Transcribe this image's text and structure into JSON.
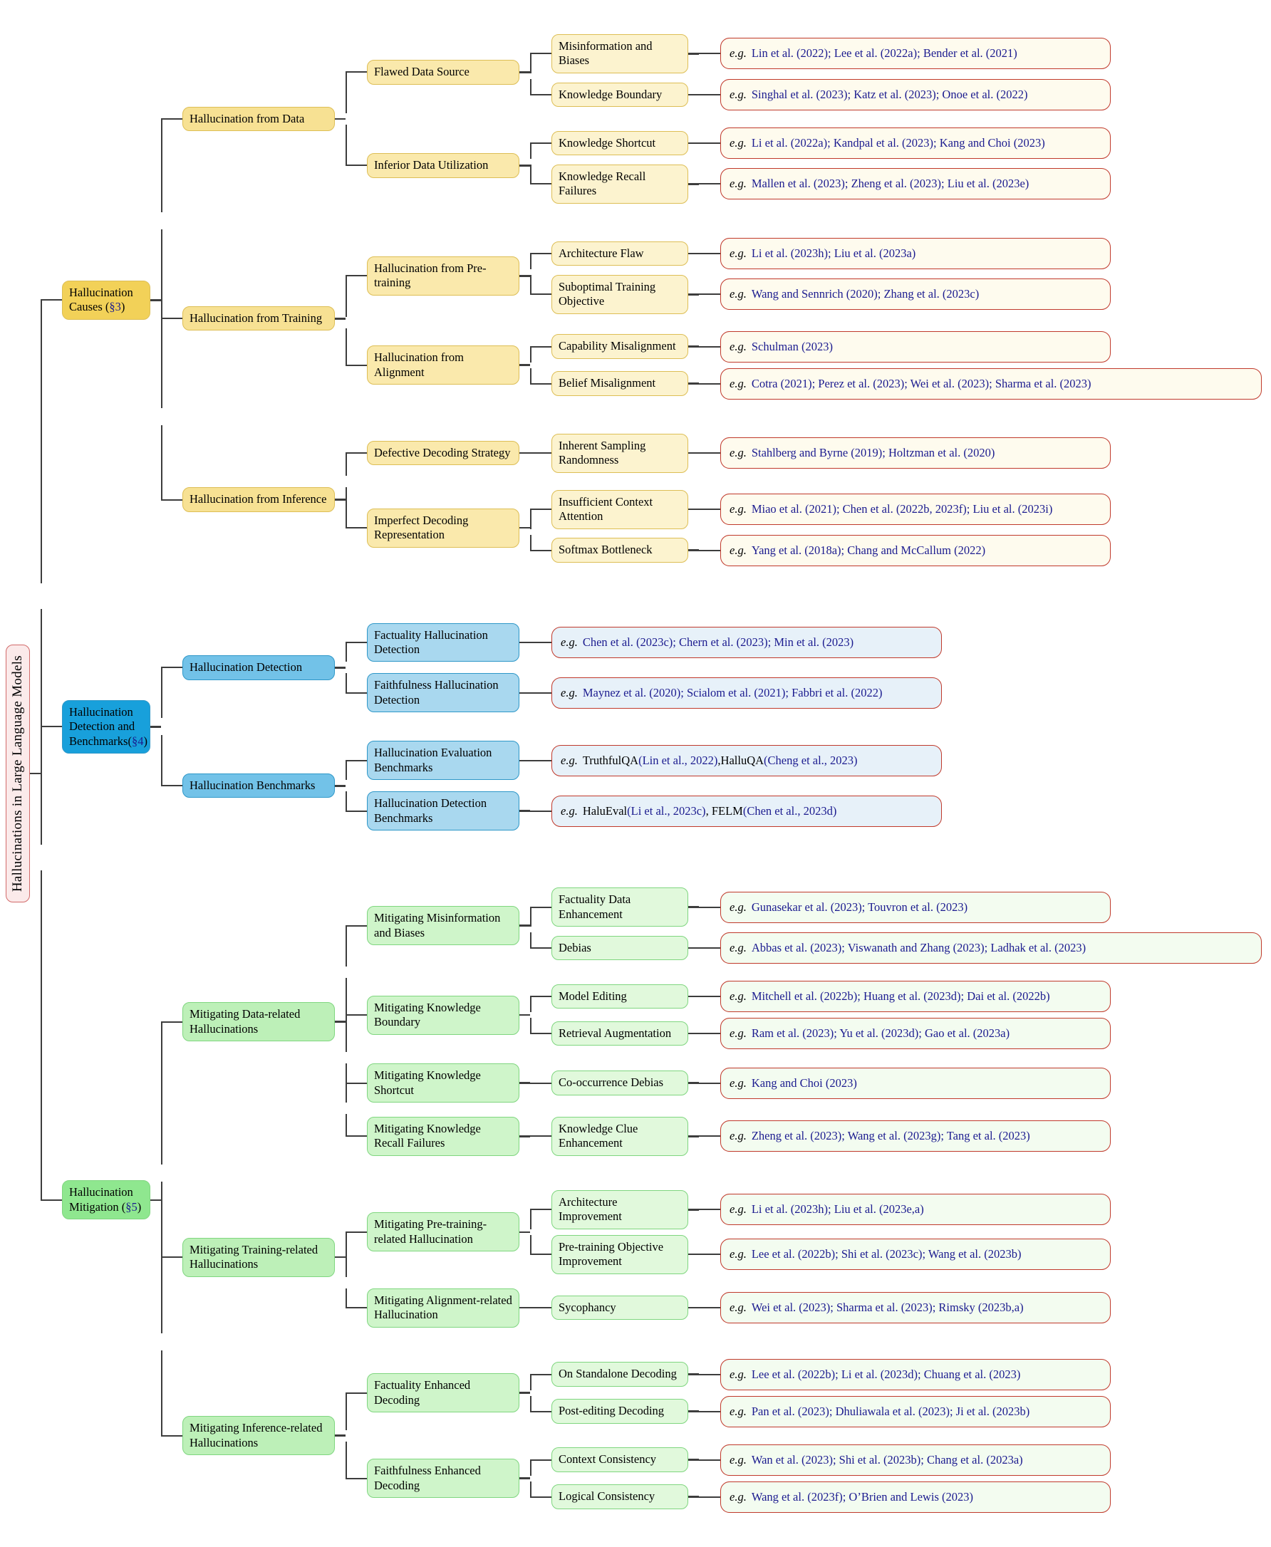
{
  "diagram": {
    "root_label": "Hallucinations in Large Language Models",
    "eg_prefix": "e.g.",
    "colors": {
      "line": "#3d3d3d",
      "link": "#1b1b8f",
      "eg-border": "#c0392b",
      "root-bg": "#fbeaea",
      "root-border": "#d26a6a",
      "causes-d1": "#f2d158",
      "causes-d2": "#f7e193",
      "causes-d3": "#fae9ac",
      "causes-d4": "#fcf3cf",
      "causes-eg": "#fefbee",
      "causes-bd": "#ddbe55",
      "detect-d1": "#18a0db",
      "detect-d2": "#72c2e8",
      "detect-d3": "#a9d8ef",
      "detect-eg": "#e7f1f9",
      "detect-bd": "#2e97c8",
      "mitig-d1": "#8fe78f",
      "mitig-d2": "#bdf0b8",
      "mitig-d3": "#cff5ca",
      "mitig-d4": "#e1f9dc",
      "mitig-eg": "#f3fcf0",
      "mitig-bd": "#7fd67f"
    },
    "branches": [
      {
        "theme": "causes",
        "label": [
          {
            "t": "Hallucination Causes ("
          },
          {
            "t": "§3",
            "c": "navy"
          },
          {
            "t": ")"
          }
        ],
        "children": [
          {
            "label": "Hallucination from Data",
            "children": [
              {
                "label": "Flawed Data Source",
                "children": [
                  {
                    "label": "Misinformation and Biases",
                    "eg": [
                      {
                        "t": "Lin et al. (2022); Lee et al. (2022a); Bender et al. (2021)",
                        "c": "navy"
                      }
                    ]
                  },
                  {
                    "label": "Knowledge Boundary",
                    "eg": [
                      {
                        "t": "Singhal et al. (2023); Katz et al. (2023); Onoe et al. (2022)",
                        "c": "navy"
                      }
                    ]
                  }
                ]
              },
              {
                "label": "Inferior Data Utilization",
                "children": [
                  {
                    "label": "Knowledge Shortcut",
                    "eg": [
                      {
                        "t": "Li et al. (2022a); Kandpal et al. (2023); Kang and Choi (2023)",
                        "c": "navy"
                      }
                    ]
                  },
                  {
                    "label": "Knowledge Recall Failures",
                    "eg": [
                      {
                        "t": "Mallen et al. (2023); Zheng et al. (2023); Liu et al. (2023e)",
                        "c": "navy"
                      }
                    ]
                  }
                ]
              }
            ]
          },
          {
            "label": "Hallucination from Training",
            "children": [
              {
                "label": "Hallucination from Pre-training",
                "children": [
                  {
                    "label": "Architecture Flaw",
                    "eg": [
                      {
                        "t": "Li et al. (2023h); Liu et al. (2023a)",
                        "c": "navy"
                      }
                    ]
                  },
                  {
                    "label": "Suboptimal Training Objective",
                    "eg": [
                      {
                        "t": "Wang and Sennrich (2020); Zhang et al. (2023c)",
                        "c": "navy"
                      }
                    ]
                  }
                ]
              },
              {
                "label": "Hallucination from Alignment",
                "children": [
                  {
                    "label": "Capability Misalignment",
                    "eg": [
                      {
                        "t": "Schulman (2023)",
                        "c": "navy"
                      }
                    ]
                  },
                  {
                    "label": "Belief Misalignment",
                    "eg": [
                      {
                        "t": "Cotra (2021); Perez et al. (2023); Wei et al. (2023); Sharma et al. (2023)",
                        "c": "navy"
                      }
                    ]
                  }
                ]
              }
            ]
          },
          {
            "label": "Hallucination from Inference",
            "children": [
              {
                "label": "Defective Decoding Strategy",
                "children": [
                  {
                    "label": "Inherent Sampling Randomness",
                    "eg": [
                      {
                        "t": "Stahlberg and Byrne (2019); Holtzman et al. (2020)",
                        "c": "navy"
                      }
                    ]
                  }
                ]
              },
              {
                "label": "Imperfect Decoding Representation",
                "children": [
                  {
                    "label": "Insufficient Context Attention",
                    "eg": [
                      {
                        "t": "Miao et al. (2021); Chen et al. (2022b, 2023f); Liu et al. (2023i)",
                        "c": "navy"
                      }
                    ]
                  },
                  {
                    "label": "Softmax Bottleneck",
                    "eg": [
                      {
                        "t": "Yang et al. (2018a); Chang and McCallum (2022)",
                        "c": "navy"
                      }
                    ]
                  }
                ]
              }
            ]
          }
        ]
      },
      {
        "theme": "detect",
        "label": [
          {
            "t": "Hallucination Detection and Benchmarks("
          },
          {
            "t": "§4",
            "c": "navy"
          },
          {
            "t": ")"
          }
        ],
        "children": [
          {
            "label": "Hallucination Detection",
            "children": [
              {
                "label": "Factuality Hallucination Detection",
                "eg": [
                  {
                    "t": "Chen et al. (2023c); Chern et al. (2023); Min et al. (2023)",
                    "c": "navy"
                  }
                ]
              },
              {
                "label": "Faithfulness Hallucination Detection",
                "eg": [
                  {
                    "t": "Maynez et al. (2020); Scialom et al. (2021); Fabbri et al. (2022)",
                    "c": "navy"
                  }
                ]
              }
            ]
          },
          {
            "label": "Hallucination Benchmarks",
            "children": [
              {
                "label": "Hallucination Evaluation Benchmarks",
                "eg": [
                  {
                    "t": "TruthfulQA "
                  },
                  {
                    "t": "(Lin et al., 2022)",
                    "c": "navy"
                  },
                  {
                    "t": ",HalluQA "
                  },
                  {
                    "t": "(Cheng et al., 2023)",
                    "c": "navy"
                  }
                ]
              },
              {
                "label": "Hallucination Detection Benchmarks",
                "eg": [
                  {
                    "t": "HaluEval"
                  },
                  {
                    "t": "(Li et al., 2023c)",
                    "c": "navy"
                  },
                  {
                    "t": ", FELM"
                  },
                  {
                    "t": "(Chen et al., 2023d)",
                    "c": "navy"
                  }
                ]
              }
            ]
          }
        ]
      },
      {
        "theme": "mitig",
        "label": [
          {
            "t": "Hallucination Mitigation ("
          },
          {
            "t": "§5",
            "c": "navy"
          },
          {
            "t": ")"
          }
        ],
        "children": [
          {
            "label": "Mitigating Data-related Hallucinations",
            "children": [
              {
                "label": "Mitigating Misinformation and Biases",
                "children": [
                  {
                    "label": "Factuality Data Enhancement",
                    "eg": [
                      {
                        "t": "Gunasekar et al. (2023); Touvron et al. (2023)",
                        "c": "navy"
                      }
                    ]
                  },
                  {
                    "label": "Debias",
                    "eg": [
                      {
                        "t": "Abbas et al. (2023); Viswanath and Zhang (2023); Ladhak et al. (2023)",
                        "c": "navy"
                      }
                    ]
                  }
                ]
              },
              {
                "label": "Mitigating Knowledge Boundary",
                "children": [
                  {
                    "label": "Model Editing",
                    "eg": [
                      {
                        "t": " Mitchell et al. (2022b); Huang et al. (2023d); Dai et al. (2022b)",
                        "c": "navy"
                      }
                    ]
                  },
                  {
                    "label": "Retrieval Augmentation",
                    "eg": [
                      {
                        "t": "Ram et al. (2023); Yu et al. (2023d); Gao et al. (2023a)",
                        "c": "navy"
                      }
                    ]
                  }
                ]
              },
              {
                "label": "Mitigating Knowledge Shortcut",
                "children": [
                  {
                    "label": "Co-occurrence Debias",
                    "eg": [
                      {
                        "t": "Kang and Choi (2023)",
                        "c": "navy"
                      }
                    ]
                  }
                ]
              },
              {
                "label": "Mitigating Knowledge Recall Failures",
                "children": [
                  {
                    "label": "Knowledge Clue Enhancement",
                    "eg": [
                      {
                        "t": "Zheng et al. (2023); Wang et al. (2023g); Tang et al. (2023)",
                        "c": "navy"
                      }
                    ]
                  }
                ]
              }
            ]
          },
          {
            "label": "Mitigating Training-related Hallucinations",
            "children": [
              {
                "label": "Mitigating Pre-training-related Hallucination",
                "children": [
                  {
                    "label": "Architecture Improvement",
                    "eg": [
                      {
                        "t": "Li et al. (2023h); Liu et al. (2023e,a)",
                        "c": "navy"
                      }
                    ]
                  },
                  {
                    "label": "Pre-training Objective Improvement",
                    "eg": [
                      {
                        "t": "Lee et al. (2022b); Shi et al. (2023c); Wang et al. (2023b)",
                        "c": "navy"
                      }
                    ]
                  }
                ]
              },
              {
                "label": "Mitigating Alignment-related Hallucination",
                "children": [
                  {
                    "label": "Sycophancy",
                    "eg": [
                      {
                        "t": "Wei et al. (2023); Sharma et al. (2023); Rimsky (2023b,a)",
                        "c": "navy"
                      }
                    ]
                  }
                ]
              }
            ]
          },
          {
            "label": "Mitigating Inference-related Hallucinations",
            "children": [
              {
                "label": "Factuality Enhanced Decoding",
                "children": [
                  {
                    "label": "On Standalone Decoding",
                    "eg": [
                      {
                        "t": "Lee et al. (2022b); Li et al. (2023d); Chuang et al. (2023)",
                        "c": "navy"
                      }
                    ]
                  },
                  {
                    "label": "Post-editing Decoding",
                    "eg": [
                      {
                        "t": "Pan et al. (2023); Dhuliawala et al. (2023); Ji et al. (2023b)",
                        "c": "navy"
                      }
                    ]
                  }
                ]
              },
              {
                "label": "Faithfulness Enhanced Decoding",
                "children": [
                  {
                    "label": "Context Consistency",
                    "eg": [
                      {
                        "t": "Wan et al. (2023); Shi et al. (2023b); Chang et al. (2023a)",
                        "c": "navy"
                      }
                    ]
                  },
                  {
                    "label": "Logical Consistency",
                    "eg": [
                      {
                        "t": "Wang et al. (2023f); O’Brien and Lewis (2023)",
                        "c": "navy"
                      }
                    ]
                  }
                ]
              }
            ]
          }
        ]
      }
    ]
  }
}
